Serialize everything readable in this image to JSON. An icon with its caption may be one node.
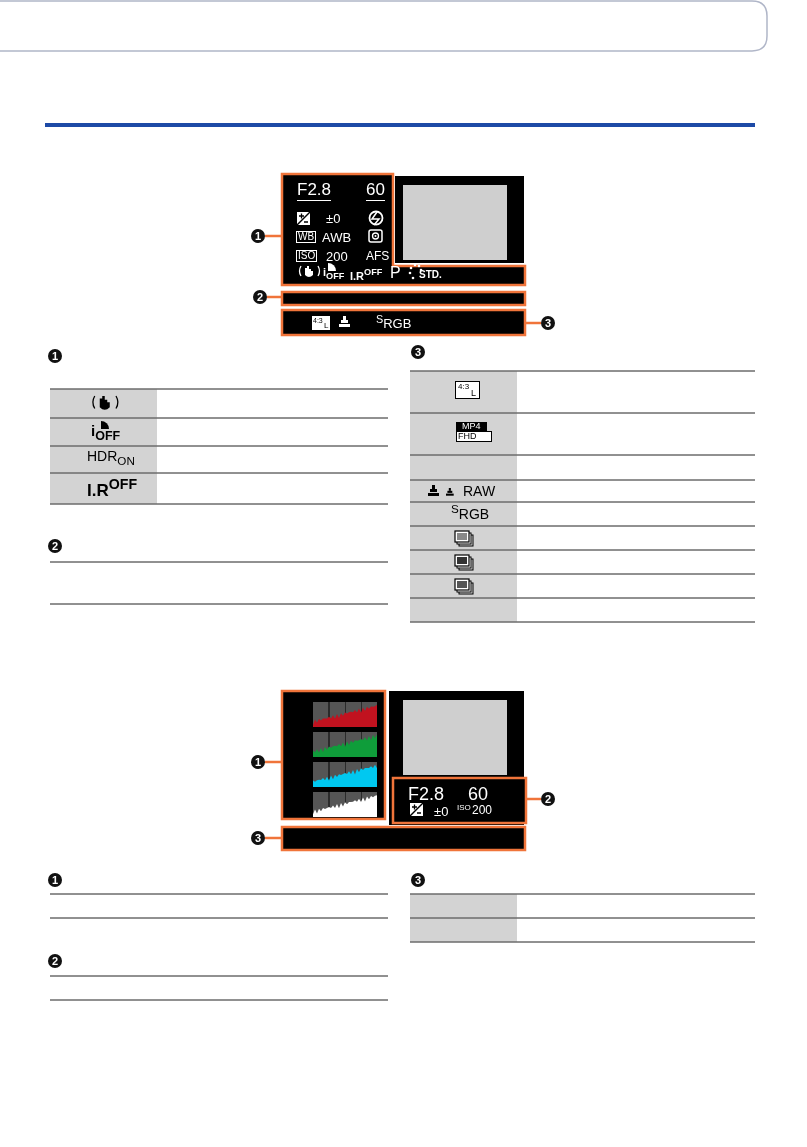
{
  "diagram": {
    "nodes": [
      {
        "text": [
          "1"
        ]
      },
      {
        "text": [],
        "shape": "box"
      },
      {
        "text": [
          "2"
        ]
      },
      {
        "text": [],
        "shape": "box"
      },
      {
        "text": [
          "3"
        ]
      },
      {
        "text": [],
        "shape": "box"
      },
      {
        "text": [
          "1"
        ]
      },
      {
        "text": [],
        "shape": "box"
      },
      {
        "text": [
          "2"
        ]
      },
      {
        "text": [],
        "shape": "box"
      },
      {
        "text": [
          "3"
        ]
      },
      {
        "text": [],
        "shape": "box"
      },
      {
        "text": [
          "1"
        ]
      },
      {
        "text": [
          "2"
        ]
      },
      {
        "text": [
          "3"
        ]
      },
      {
        "text": [
          "1"
        ]
      },
      {
        "text": [
          "2"
        ]
      },
      {
        "text": [
          "3"
        ]
      }
    ],
    "edges": [
      {
        "from": 0,
        "to": 1,
        "arrow": "none"
      },
      {
        "from": 2,
        "to": 3,
        "arrow": "none"
      },
      {
        "from": 4,
        "to": 5,
        "arrow": "none"
      },
      {
        "from": 6,
        "to": 7,
        "arrow": "none"
      },
      {
        "from": 8,
        "to": 9,
        "arrow": "none"
      },
      {
        "from": 10,
        "to": 11,
        "arrow": "none"
      }
    ],
    "labels": [
      "F2.8",
      "60",
      "±0",
      "WB",
      "AWB",
      "ISO",
      "200",
      "AFS",
      "i$_{OFF}$",
      "I.R$^{OFF}$",
      "P",
      "STD.",
      "4:3",
      "L",
      "$^{S}$RGB",
      "i$_{OFF}$",
      "HDR$_{ON}$",
      "I.R$^{OFF}$",
      "4:3",
      "L",
      "MP4",
      "FHD",
      "RAW",
      "$^{S}$RGB",
      "F2.8",
      "60",
      "±0",
      "ISO",
      "200"
    ]
  }
}
